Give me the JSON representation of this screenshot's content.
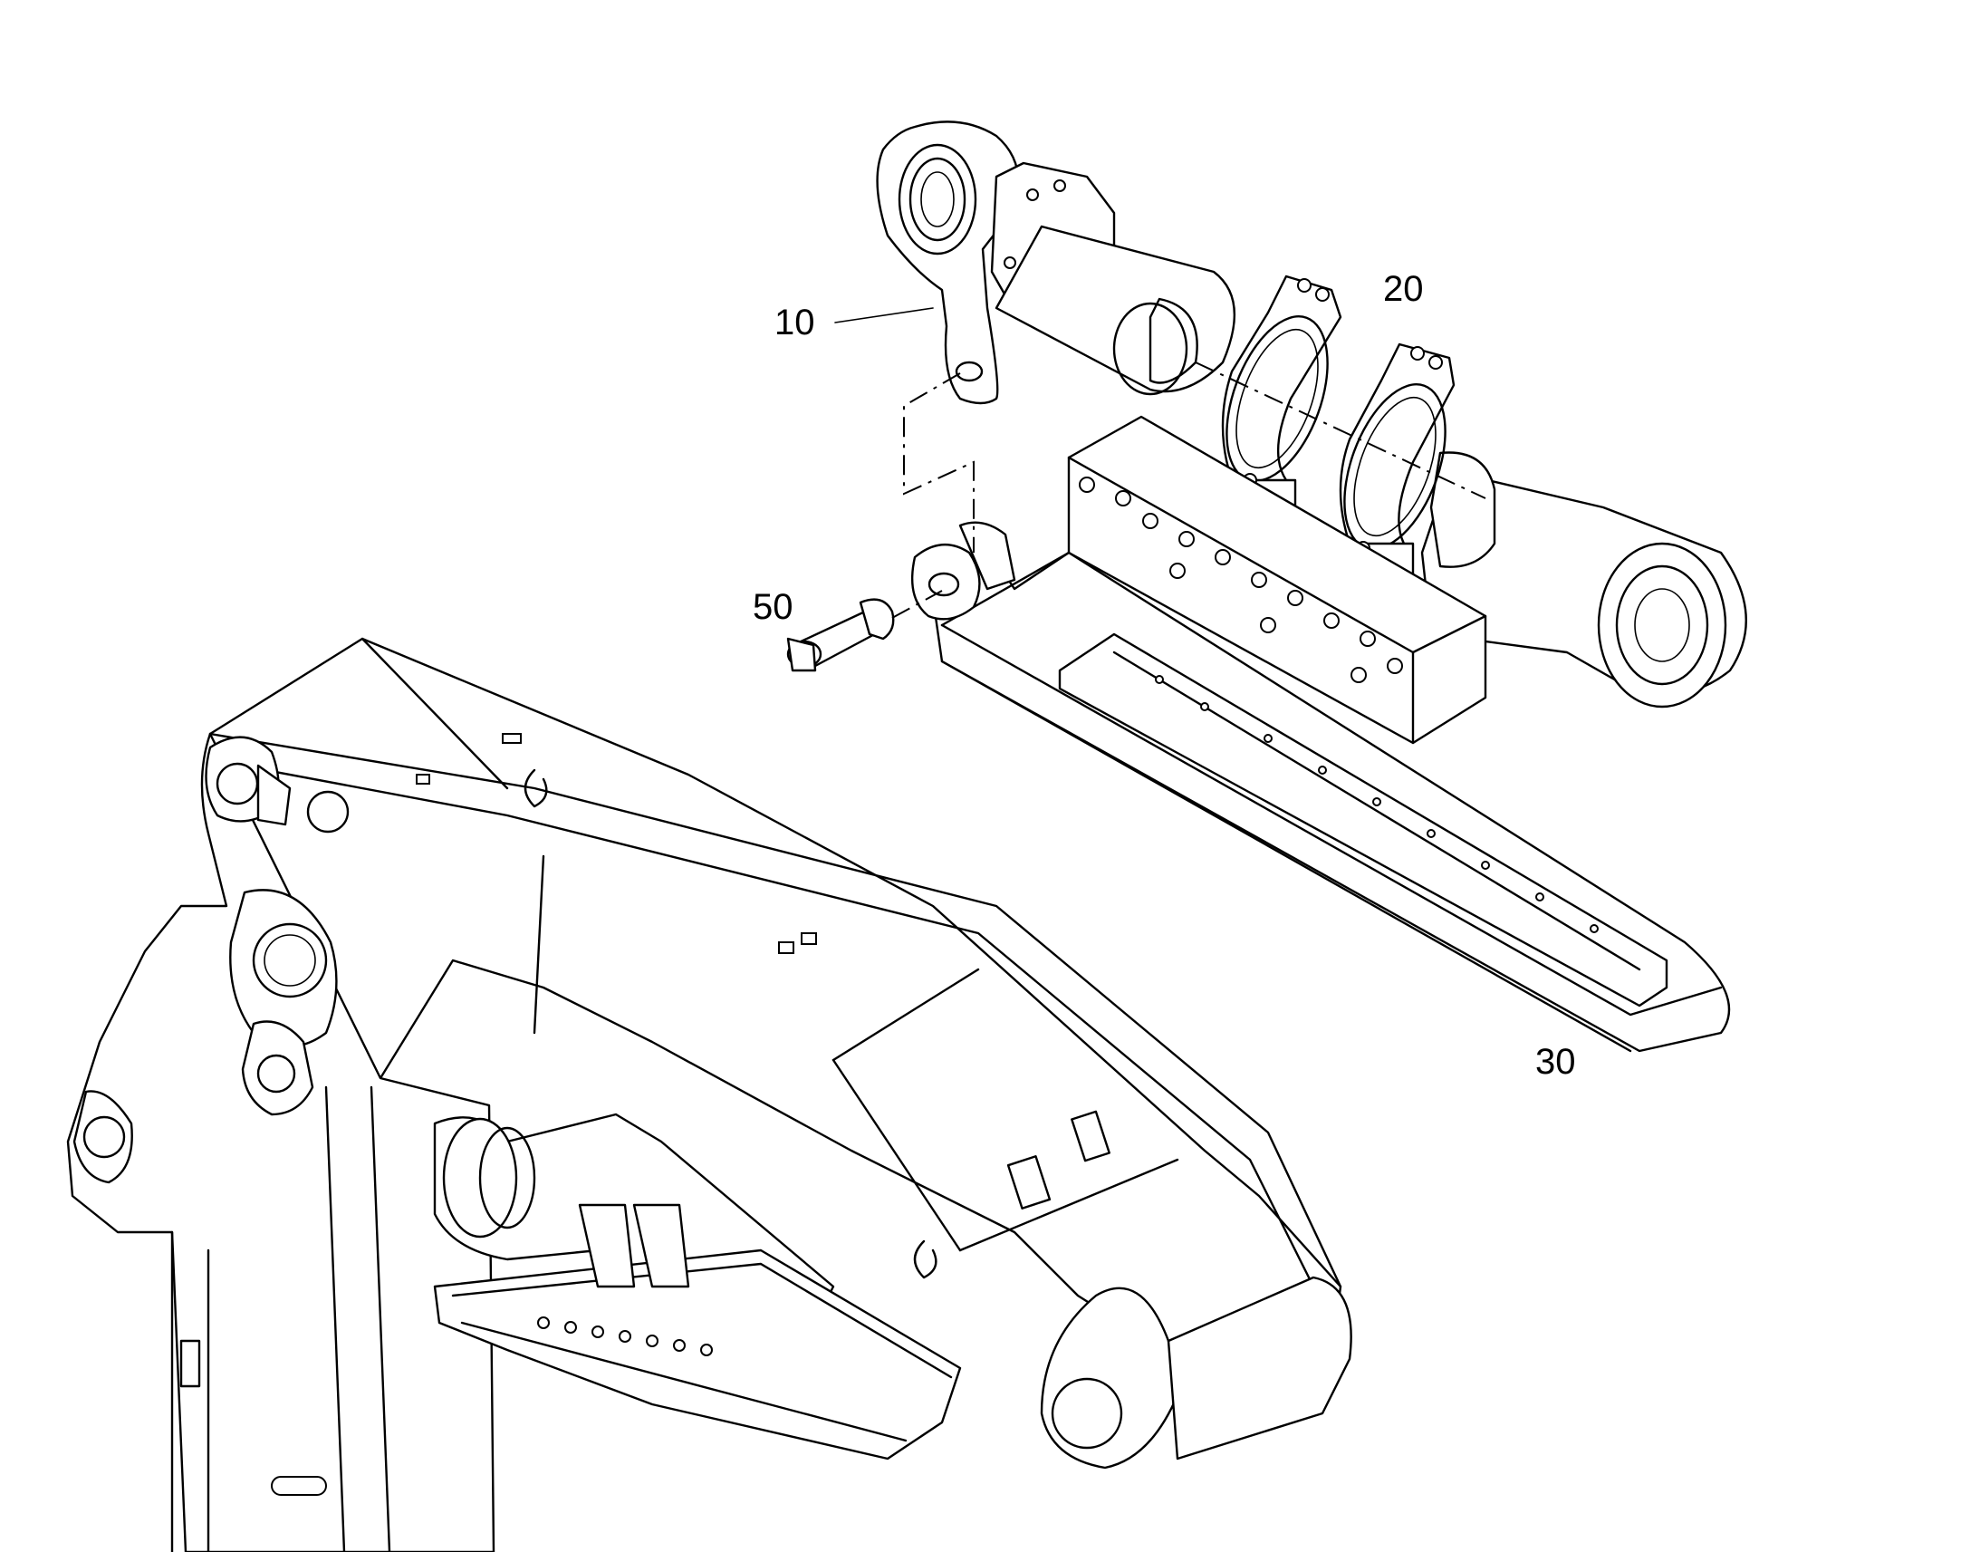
{
  "callouts": {
    "part_10": "10",
    "part_20": "20",
    "part_30": "30",
    "part_50": "50"
  },
  "colors": {
    "line": "#000000",
    "background": "#ffffff"
  }
}
